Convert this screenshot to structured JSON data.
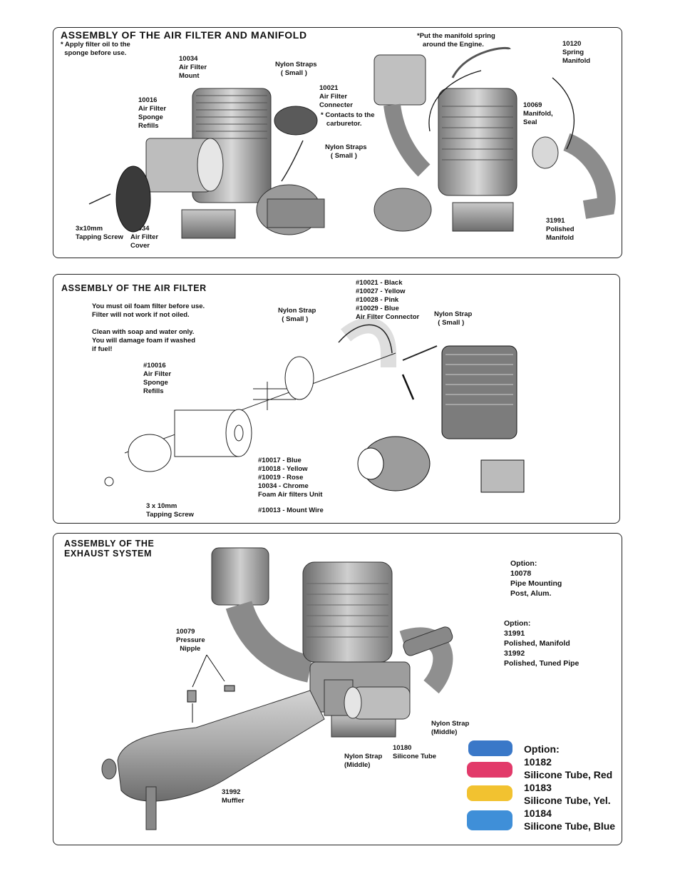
{
  "section1": {
    "title": "ASSEMBLY OF THE AIR FILTER AND MANIFOLD",
    "note_oil": "* Apply filter oil to the\n  sponge before use.",
    "l_10034_mount": "10034\nAir Filter\nMount",
    "l_nylon_straps_1": "Nylon Straps\n   ( Small )",
    "l_10021": "10021\nAir Filter\nConnecter",
    "l_contacts": "* Contacts to the\n   carburetor.",
    "l_10016": "10016\nAir Filter\nSponge\nRefills",
    "l_nylon_straps_2": "Nylon Straps\n   ( Small )",
    "l_screw": "3x10mm\nTapping Screw",
    "l_10034_cover": "10034\nAir Filter\nCover",
    "l_spring_note": "*Put the manifold spring\n   around the Engine.",
    "l_10120": "10120\nSpring\nManifold",
    "l_10069": "10069\nManifold,\nSeal",
    "l_31991": "31991\nPolished\nManifold"
  },
  "section2": {
    "title": "ASSEMBLY OF THE AIR FILTER",
    "note_oil": "You must oil foam filter before use.\nFilter will not work if not oiled.",
    "note_clean": "Clean with soap and water only.\nYou will damage foam if washed\nif fuel!",
    "l_nylon_strap_1": "Nylon Strap\n  ( Small )",
    "l_connector": "#10021 - Black\n#10027 - Yellow\n#10028 - Pink\n#10029 - Blue\nAir Filter Connector",
    "l_nylon_strap_2": "Nylon Strap\n  ( Small )",
    "l_10016": "#10016\nAir Filter\nSponge\nRefills",
    "l_units": "#10017 - Blue\n#10018 - Yellow\n#10019 - Rose\n10034 - Chrome\nFoam Air filters Unit",
    "l_mount_wire": "#10013 - Mount Wire",
    "l_screw": "3 x 10mm\nTapping Screw"
  },
  "section3": {
    "title": "ASSEMBLY OF THE\nEXHAUST SYSTEM",
    "l_10078": "Option:\n10078\nPipe Mounting\nPost, Alum.",
    "l_pipes": "Option:\n31991\nPolished, Manifold\n31992\nPolished, Tuned Pipe",
    "l_10079": "10079\nPressure\n  Nipple",
    "l_nylon_middle_1": "Nylon Strap\n(Middle)",
    "l_10180": "10180\nSilicone Tube",
    "l_nylon_middle_2": "Nylon Strap\n(Middle)",
    "l_31992": "31992\nMuffler",
    "option_tubes": "Option:\n10182\nSilicone Tube, Red\n10183\nSilicone Tube, Yel.\n10184\nSilicone Tube, Blue",
    "tube_colors": [
      "#3a78c8",
      "#e23a6a",
      "#f2c230",
      "#3f8fd8"
    ]
  }
}
